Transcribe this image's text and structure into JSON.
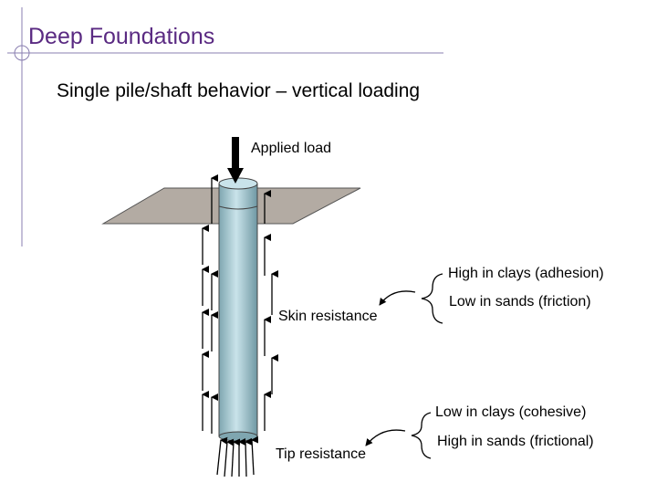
{
  "slide": {
    "title": "Deep Foundations",
    "subtitle": "Single pile/shaft behavior – vertical loading"
  },
  "labels": {
    "applied_load": "Applied load",
    "skin_resistance": "Skin resistance",
    "tip_resistance": "Tip resistance",
    "skin_clays": "High in clays (adhesion)",
    "skin_sands": "Low in sands (friction)",
    "tip_clays": "Low in clays (cohesive)",
    "tip_sands": "High in sands (frictional)"
  },
  "colors": {
    "title": "#5a2a82",
    "accent_line": "#8a7fb0",
    "ground": "#b3aba3",
    "pile": "#a9cdd6"
  }
}
